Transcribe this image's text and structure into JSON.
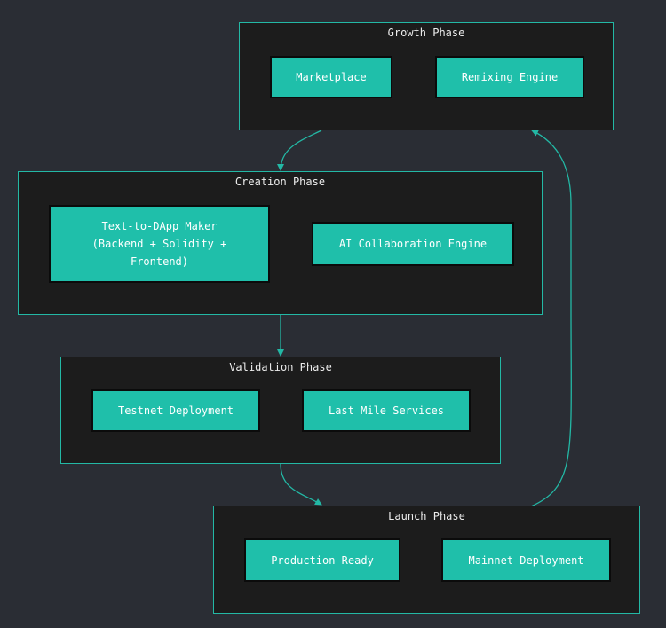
{
  "colors": {
    "background": "#2a2d34",
    "cluster_fill": "#1c1c1c",
    "accent": "#1fbfaa",
    "edge": "#23b8a5",
    "text": "#ffffff"
  },
  "phases": {
    "growth": {
      "title": "Growth Phase",
      "nodes": {
        "marketplace": "Marketplace",
        "remixing": "Remixing Engine"
      }
    },
    "creation": {
      "title": "Creation Phase",
      "nodes": {
        "dapp_maker": "Text-to-DApp Maker\n(Backend + Solidity +\nFrontend)",
        "ai_collab": "AI Collaboration Engine"
      }
    },
    "validation": {
      "title": "Validation Phase",
      "nodes": {
        "testnet": "Testnet Deployment",
        "last_mile": "Last Mile Services"
      }
    },
    "launch": {
      "title": "Launch Phase",
      "nodes": {
        "production": "Production Ready",
        "mainnet": "Mainnet Deployment"
      }
    }
  }
}
